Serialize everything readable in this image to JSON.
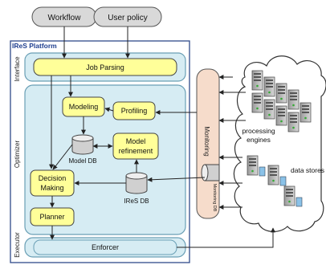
{
  "inputs": {
    "workflow": "Workflow",
    "user_policy": "User policy"
  },
  "platform": {
    "title": "IReS Platform"
  },
  "layers": {
    "interface": "Interface",
    "optimizer": "Optimizer",
    "executor": "Executor"
  },
  "boxes": {
    "job_parsing": "Job Parsing",
    "modeling": "Modeling",
    "profiling": "Profiling",
    "model_refinement_line1": "Model",
    "model_refinement_line2": "refinement",
    "decision_line1": "Decision",
    "decision_line2": "Making",
    "planner": "Planner",
    "enforcer": "Enforcer"
  },
  "databases": {
    "model_db": "Model DB",
    "ires_db": "IReS DB",
    "monitoring_db": "Monitoring DB"
  },
  "monitoring": {
    "label": "Monitoring"
  },
  "cloud": {
    "processing_line1": "processing",
    "processing_line2": "engines",
    "data_stores": "data stores"
  },
  "colors": {
    "yellow_box": "#ffff99",
    "layer_fill": "#d6ecf3",
    "layer_stroke": "#6a9fb5",
    "monitor_fill": "#f6dccb",
    "platform_stroke": "#2f4a8a",
    "title_color": "#1f3f8f"
  }
}
